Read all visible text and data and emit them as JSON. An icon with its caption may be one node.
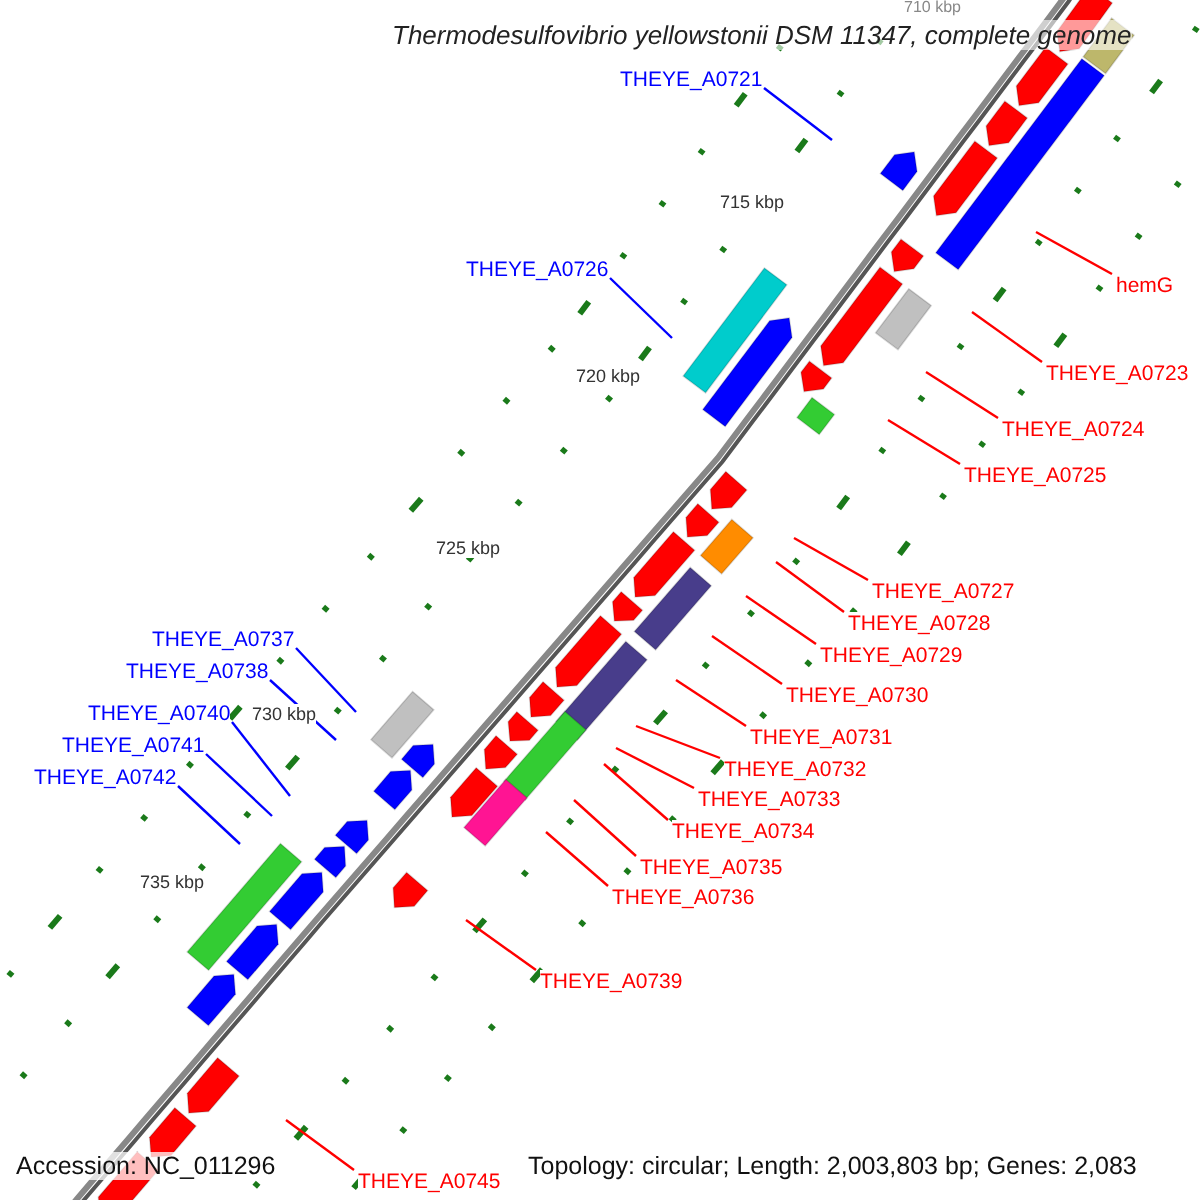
{
  "diagram": {
    "title": "Thermodesulfovibrio yellowstonii DSM 11347, complete genome",
    "nodes": [
      {
        "text": [
          "THEYE_A0721"
        ]
      },
      {
        "text": [
          "THEYE_A0726"
        ]
      },
      {
        "text": [
          "hemG"
        ]
      },
      {
        "text": [
          "THEYE_A0723"
        ]
      },
      {
        "text": [
          "THEYE_A0724"
        ]
      },
      {
        "text": [
          "THEYE_A0725"
        ]
      },
      {
        "text": [
          "THEYE_A0727"
        ]
      },
      {
        "text": [
          "THEYE_A0728"
        ]
      },
      {
        "text": [
          "THEYE_A0737"
        ]
      },
      {
        "text": [
          "THEYE_A0729"
        ]
      },
      {
        "text": [
          "THEYE_A0738"
        ]
      },
      {
        "text": [
          "THEYE_A0730"
        ]
      },
      {
        "text": [
          "THEYE_A0740"
        ]
      },
      {
        "text": [
          "THEYE_A0731"
        ]
      },
      {
        "text": [
          "THEYE_A0741"
        ]
      },
      {
        "text": [
          "THEYE_A0732"
        ]
      },
      {
        "text": [
          "THEYE_A0742"
        ]
      },
      {
        "text": [
          "THEYE_A0733"
        ]
      },
      {
        "text": [
          "THEYE_A0734"
        ]
      },
      {
        "text": [
          "THEYE_A0735"
        ]
      },
      {
        "text": [
          "THEYE_A0736"
        ]
      },
      {
        "text": [
          "THEYE_A0739"
        ]
      },
      {
        "text": [
          "THEYE_A0745"
        ]
      }
    ],
    "edges": [
      {
        "from": 0,
        "to": null,
        "arrow": "none",
        "color": "#0000ff"
      },
      {
        "from": 1,
        "to": null,
        "arrow": "none",
        "color": "#0000ff"
      },
      {
        "from": 2,
        "to": null,
        "arrow": "none"
      },
      {
        "from": 3,
        "to": null,
        "arrow": "none"
      },
      {
        "from": 4,
        "to": null,
        "arrow": "none"
      },
      {
        "from": 5,
        "to": null,
        "arrow": "none"
      },
      {
        "from": 6,
        "to": null,
        "arrow": "none"
      },
      {
        "from": 7,
        "to": null,
        "arrow": "none"
      },
      {
        "from": 8,
        "to": null,
        "arrow": "none",
        "color": "#0000ff"
      },
      {
        "from": 9,
        "to": null,
        "arrow": "none"
      },
      {
        "from": 10,
        "to": null,
        "arrow": "none",
        "color": "#0000ff"
      },
      {
        "from": 11,
        "to": null,
        "arrow": "none"
      },
      {
        "from": 12,
        "to": null,
        "arrow": "none",
        "color": "#0000ff"
      },
      {
        "from": 13,
        "to": null,
        "arrow": "none"
      },
      {
        "from": 14,
        "to": null,
        "arrow": "none",
        "color": "#0000ff"
      },
      {
        "from": 15,
        "to": null,
        "arrow": "none"
      },
      {
        "from": 16,
        "to": null,
        "arrow": "none",
        "color": "#0000ff"
      },
      {
        "from": 17,
        "to": null,
        "arrow": "none"
      },
      {
        "from": 18,
        "to": null,
        "arrow": "none"
      },
      {
        "from": 19,
        "to": null,
        "arrow": "none"
      },
      {
        "from": 20,
        "to": null,
        "arrow": "none"
      },
      {
        "from": 21,
        "to": null,
        "arrow": "none"
      },
      {
        "from": 22,
        "to": null,
        "arrow": "none"
      }
    ],
    "labels": [
      "710 kbp",
      "715 kbp",
      "720 kbp",
      "725 kbp",
      "730 kbp",
      "735 kbp",
      "Accession: NC_011296",
      "Topology: circular; Length: 2,003,803 bp; Genes: 2,083"
    ]
  }
}
